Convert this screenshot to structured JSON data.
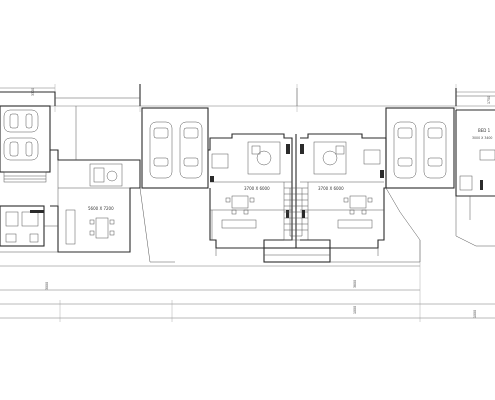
{
  "rooms": {
    "living_left": "5600 X 7200",
    "living_mid_a": "3700 X 6000",
    "living_mid_b": "3700 X 6000",
    "bed1_title": "BED 1",
    "bed1_dims": "3000 X 3400"
  },
  "dimensions": {
    "top_left": "3300",
    "top_right": "1750",
    "v_mid_a": "3800",
    "v_mid_b": "1000",
    "v_left": "3000",
    "v_right": "1000"
  }
}
